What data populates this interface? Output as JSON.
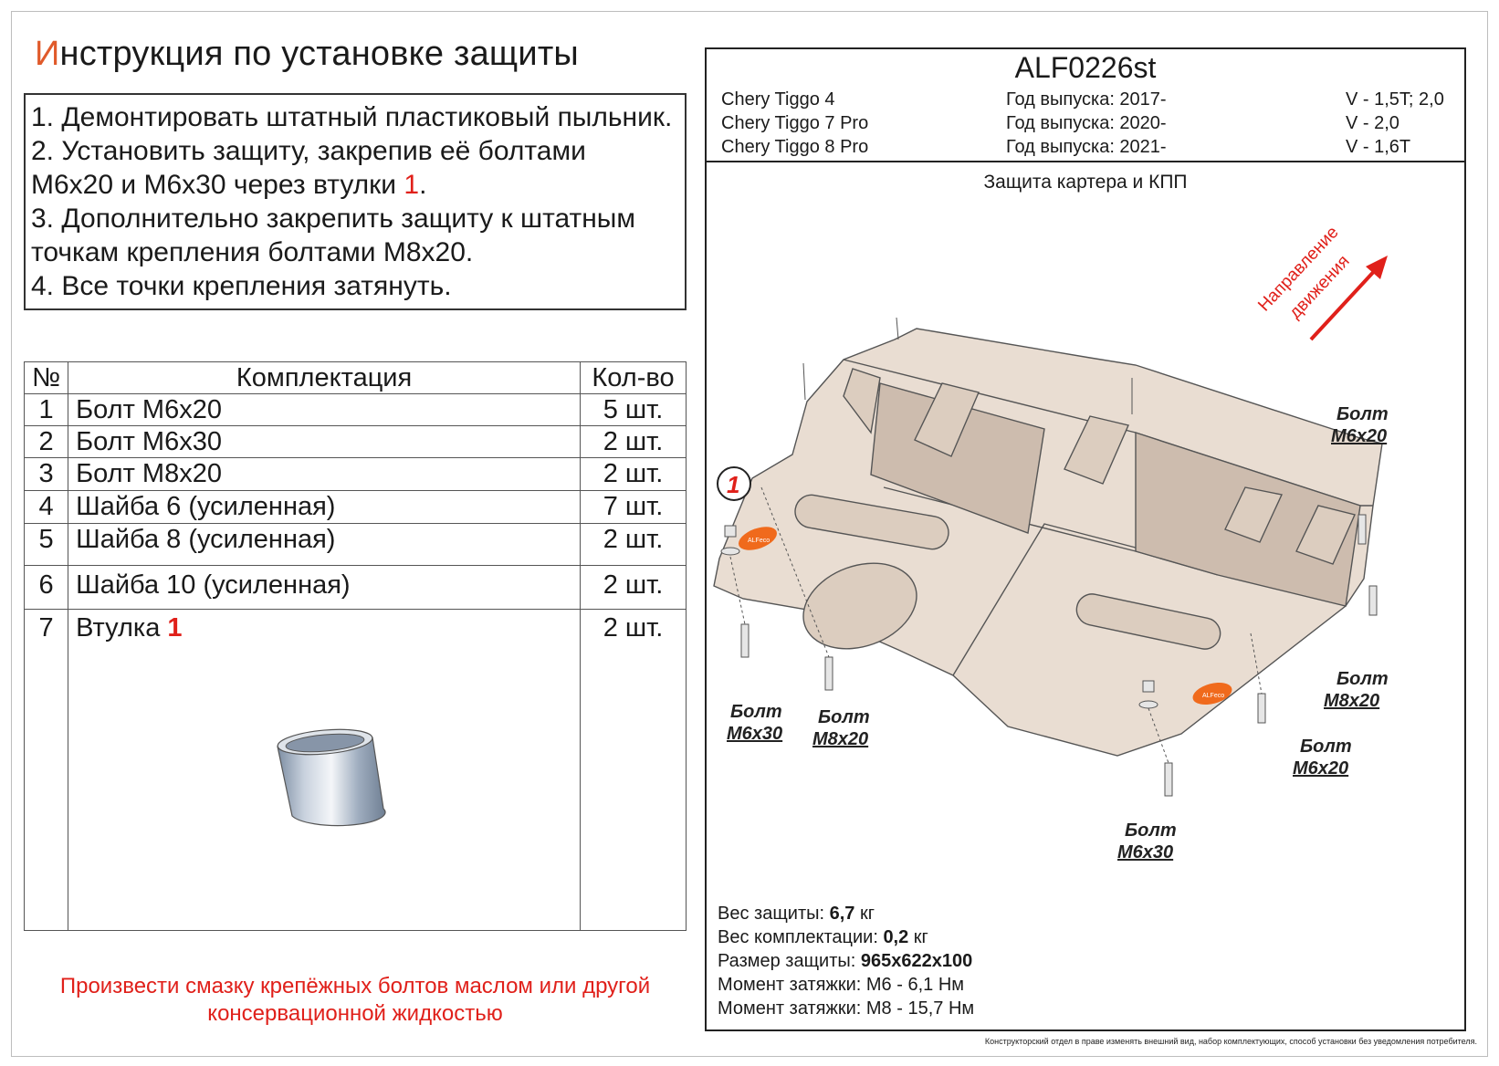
{
  "page_title": {
    "first_letter": "И",
    "rest": "нструкция по установке защиты"
  },
  "instructions": {
    "line1": "1. Демонтировать штатный пластиковый пыльник.",
    "line2": "2. Установить защиту, закрепив её болтами",
    "line3_a": "М6х20 и М6х30 через втулки ",
    "line3_ref": "1",
    "line3_b": ".",
    "line4": "3. Дополнительно закрепить защиту к штатным",
    "line5": "точкам крепления болтами М8х20.",
    "line6": "4. Все точки крепления затянуть."
  },
  "kit_table": {
    "headers": {
      "num": "№",
      "name": "Комплектация",
      "qty": "Кол-во"
    },
    "rows": [
      {
        "num": "1",
        "name": "Болт М6х20",
        "qty": "5 шт."
      },
      {
        "num": "2",
        "name": "Болт М6х30",
        "qty": "2 шт."
      },
      {
        "num": "3",
        "name": "Болт М8х20",
        "qty": "2 шт."
      },
      {
        "num": "4",
        "name": "Шайба 6 (усиленная)",
        "qty": "7 шт."
      },
      {
        "num": "5",
        "name": "Шайба 8 (усиленная)",
        "qty": "2 шт."
      },
      {
        "num": "6",
        "name": "Шайба 10 (усиленная)",
        "qty": "2 шт."
      },
      {
        "num": "7",
        "name": "Втулка ",
        "name_ref": "1",
        "qty": "2 шт."
      }
    ]
  },
  "lube_note": {
    "line1": "Произвести смазку крепёжных болтов маслом или другой",
    "line2": "консервационной жидкостью"
  },
  "product": {
    "code": "ALF0226st",
    "models": [
      "Chery Tiggo 4",
      "Chery Tiggo 7 Pro",
      "Chery Tiggo 8 Pro"
    ],
    "years": [
      "Год выпуска: 2017-",
      "Год выпуска: 2020-",
      "Год выпуска: 2021-"
    ],
    "engines": [
      "V - 1,5T; 2,0",
      "V - 2,0",
      "V - 1,6T"
    ],
    "section": "Защита картера и КПП"
  },
  "drawing": {
    "direction_label_1": "Направление",
    "direction_label_2": "движения",
    "callout_ref": "1",
    "brand_tag": "ALFeco",
    "bolt_word": "Болт",
    "labels": [
      "М6х20",
      "М8х20",
      "М6х20",
      "М6х30",
      "М8х20",
      "М6х30"
    ],
    "colors": {
      "plate": "#e9ddd2",
      "plate_dark": "#cdbcae",
      "tag": "#f06a1c",
      "arrow": "#e0201a"
    }
  },
  "specs": {
    "weight_label": "Вес защиты: ",
    "weight_value": "6,7",
    "weight_unit": " кг",
    "kit_weight_label": "Вес комплектации: ",
    "kit_weight_value": "0,2",
    "kit_weight_unit": " кг",
    "size_label": "Размер защиты: ",
    "size_value": "965х622х100",
    "torque_m6": "Момент затяжки: М6 - 6,1 Нм",
    "torque_m8": "Момент затяжки: М8 - 15,7 Нм"
  },
  "disclaimer": "Конструкторский отдел в праве изменять внешний вид, набор комплектующих, способ установки без уведомления потребителя."
}
